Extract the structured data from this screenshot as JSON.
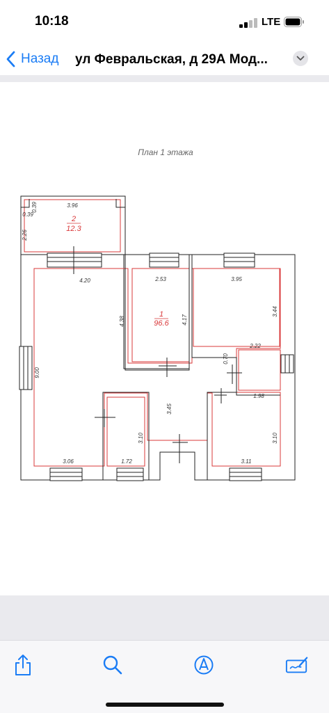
{
  "status": {
    "time": "10:18",
    "network": "LTE"
  },
  "nav": {
    "back_label": "Назад",
    "title": "ул Февральская, д 29А Мод..."
  },
  "plan": {
    "title": "План 1 этажа",
    "rooms": [
      {
        "number": "1",
        "area": "96.6"
      },
      {
        "number": "2",
        "area": "12.3"
      }
    ],
    "dimensions": {
      "terrace_width": "3.96",
      "terrace_offset_a": "0.39",
      "terrace_offset_b": "0.39",
      "terrace_depth": "2.26",
      "hall_width": "4.20",
      "center_room_width": "2.53",
      "right_room_width": "3.95",
      "center_room_depth": "4.38",
      "center_room_depth_inner": "4.17",
      "right_room_depth": "3.44",
      "bath_width": "2.22",
      "bath_gap": "0.70",
      "bath_inner_width": "1.98",
      "house_depth": "9.00",
      "corridor_depth": "3.45",
      "small_room_depth": "3.10",
      "right_bottom_depth": "3.10",
      "bottom_left_width": "3.06",
      "bottom_mid_width": "1.72",
      "bottom_right_width": "3.11"
    },
    "colors": {
      "walls": "#222222",
      "room_outline": "#d9383a"
    }
  },
  "toolbar": {
    "share_icon": "share-icon",
    "search_icon": "search-icon",
    "markup_icon": "markup-icon",
    "sign_icon": "signature-icon",
    "accent": "#1a7cf5"
  }
}
